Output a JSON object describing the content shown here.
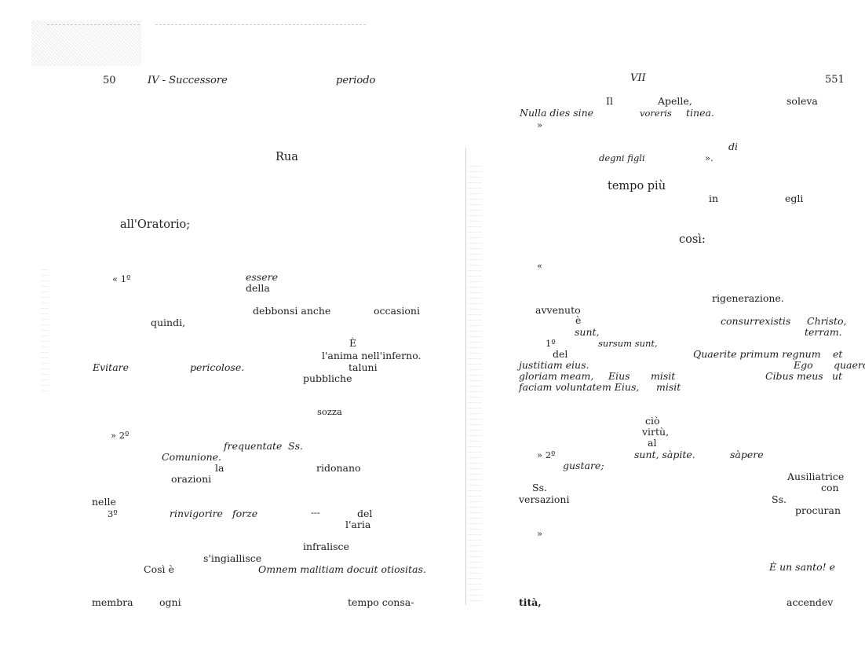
{
  "left_page": {
    "page_number": "50",
    "chapter": "IV - Successore",
    "running_word": "periodo",
    "lines": {
      "rua": "Rua",
      "oratorio": "all'Oratorio;",
      "item1_marker": "« 1º",
      "item1_essere": "essere",
      "item1_della": "della",
      "debbonsi": "debbonsi anche",
      "occasioni": "occasioni",
      "quindi": "quindi,",
      "e_accent": "È",
      "anima": "l'anima nell'inferno.",
      "evitare": "Evitare",
      "pericolose": "pericolose.",
      "taluni": "taluni",
      "pubbliche": "pubbliche",
      "sozza": "sozza",
      "item2_marker": "» 2º",
      "frequentate": "frequentate",
      "ss": "Ss.",
      "comunione": "Comunione.",
      "la": "la",
      "ridonano": "ridonano",
      "orazioni": "orazioni",
      "nelle": "nelle",
      "item3_marker": "3º",
      "rinvigorire": "rinvigorire",
      "forze": "forze",
      "dash": "---",
      "del": "del",
      "aria": "l'aria",
      "infralisce": "infralisce",
      "ingiallisce": "s'ingiallisce",
      "cosi_e": "Così è",
      "omnem": "Omnem malitiam docuit otiositas.",
      "membra": "membra",
      "ogni": "ogni",
      "tempo_consa": "tempo consa-"
    }
  },
  "right_page": {
    "chapter": "VII",
    "page_number": "551",
    "lines": {
      "il": "Il",
      "apelle": "Apelle,",
      "soleva": "soleva",
      "nulla_dies": "Nulla dies sine",
      "voreris": "voreris",
      "tinea": "tinea.",
      "quote_close1": "»",
      "di": "di",
      "degni_figli": "degni figli",
      "quote_close2": "».",
      "tempo_piu": "tempo più",
      "in": "in",
      "egli": "egli",
      "cosi": "così:",
      "quote_open": "«",
      "rigenerazione": "rigenerazione.",
      "avvenuto": "avvenuto",
      "e_small": "è",
      "consurrexistis": "consurrexistis",
      "christo": "Christo,",
      "sunt": "sunt,",
      "terram": "terram.",
      "item1_marker": "1º",
      "sursum_sunt": "sursum sunt,",
      "del": "del",
      "quaerite": "Quaerite primum regnum",
      "et": "et",
      "justitiam": "justitiam eius.",
      "ego": "Ego",
      "quaero": "quaero",
      "gloriam": "gloriam meam,",
      "eius1": "Eius",
      "misit1": "misit",
      "cibus": "Cibus meus",
      "ut": "ut",
      "faciam": "faciam voluntatem Eius,",
      "misit2": "misit",
      "cio": "ciò",
      "virtu": "virtù,",
      "al": "al",
      "item2_marker": "» 2º",
      "sunt_sapite": "sunt, sàpite.",
      "sapere": "sàpere",
      "gustare": "gustare;",
      "ausiliatrice": "Ausiliatrice",
      "ss": "Ss.",
      "con": "con",
      "versazioni": "versazioni",
      "ss2": "Ss.",
      "procuran": "procuran",
      "quote_close3": "»",
      "santo": "È un santo! e",
      "tita": "tità,",
      "accendev": "accendev"
    }
  }
}
